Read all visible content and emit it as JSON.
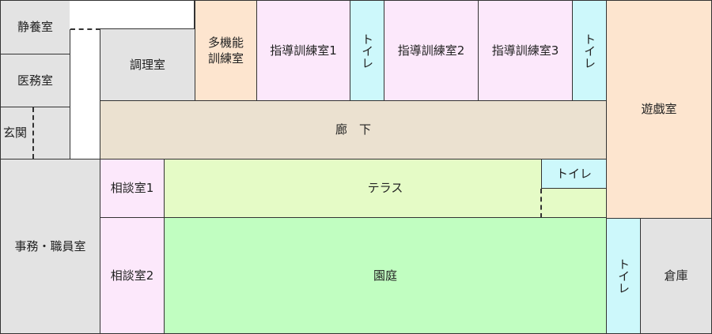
{
  "rooms": {
    "seiyoshitsu": "静養室",
    "imushitsu": "医務室",
    "genkan": "玄関",
    "jimu": "事務・職員室",
    "chorishitsu": "調理室",
    "tashokuno": "多機能\n訓練室",
    "shido1": "指導訓練室1",
    "toilet_top1": "トイレ",
    "shido2": "指導訓練室2",
    "shido3": "指導訓練室3",
    "toilet_top2": "トイレ",
    "yugishitsu": "遊戯室",
    "roka": "廊　下",
    "sodan1": "相談室1",
    "terrace": "テラス",
    "toilet_terrace": "トイレ",
    "sodan2": "相談室2",
    "entei": "園庭",
    "toilet_bottom": "トイレ",
    "soko": "倉庫"
  }
}
